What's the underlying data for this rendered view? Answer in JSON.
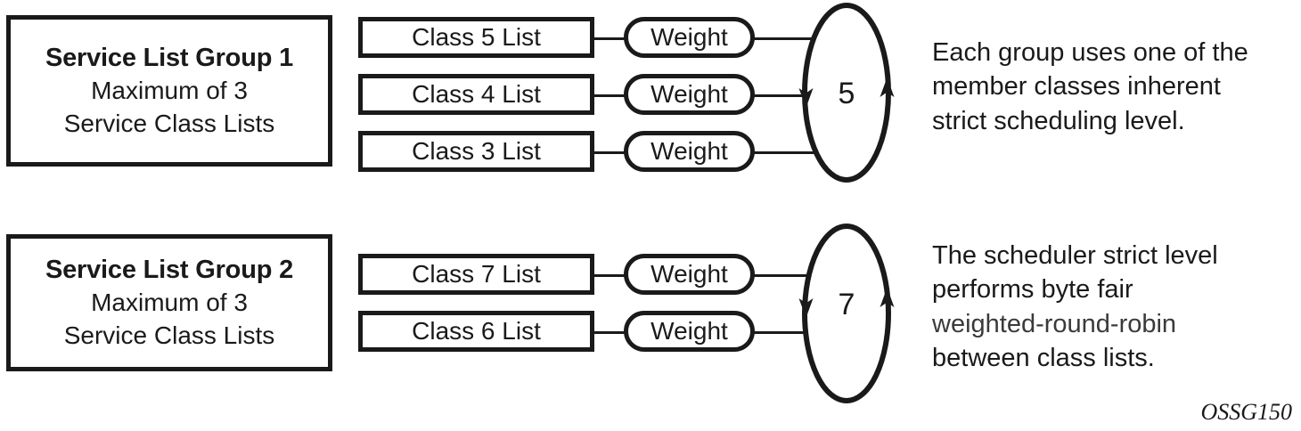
{
  "figure": {
    "id_label": "OSSG150",
    "line_color": "#1a1a1a",
    "background": "#ffffff"
  },
  "groups": [
    {
      "title": "Service List Group 1",
      "capacity_line_1": "Maximum of 3",
      "capacity_line_2": "Service Class Lists",
      "scheduler_level": "5",
      "members": [
        {
          "list_label": "Class 5 List",
          "weight_label": "Weight"
        },
        {
          "list_label": "Class 4 List",
          "weight_label": "Weight"
        },
        {
          "list_label": "Class 3 List",
          "weight_label": "Weight"
        }
      ]
    },
    {
      "title": "Service List Group 2",
      "capacity_line_1": "Maximum of 3",
      "capacity_line_2": "Service Class Lists",
      "scheduler_level": "7",
      "members": [
        {
          "list_label": "Class 7 List",
          "weight_label": "Weight"
        },
        {
          "list_label": "Class 6 List",
          "weight_label": "Weight"
        }
      ]
    }
  ],
  "notes": [
    {
      "lines": [
        {
          "text": "Each group uses one of the",
          "emphasis": "normal"
        },
        {
          "text": "member classes inherent",
          "emphasis": "normal"
        },
        {
          "text": "strict scheduling level.",
          "emphasis": "normal"
        }
      ]
    },
    {
      "lines": [
        {
          "text": "The scheduler strict level",
          "emphasis": "normal"
        },
        {
          "text": "performs byte fair",
          "emphasis": "normal"
        },
        {
          "text": "weighted-round-robin",
          "emphasis": "thin"
        },
        {
          "text": "between class lists.",
          "emphasis": "normal"
        }
      ]
    }
  ]
}
